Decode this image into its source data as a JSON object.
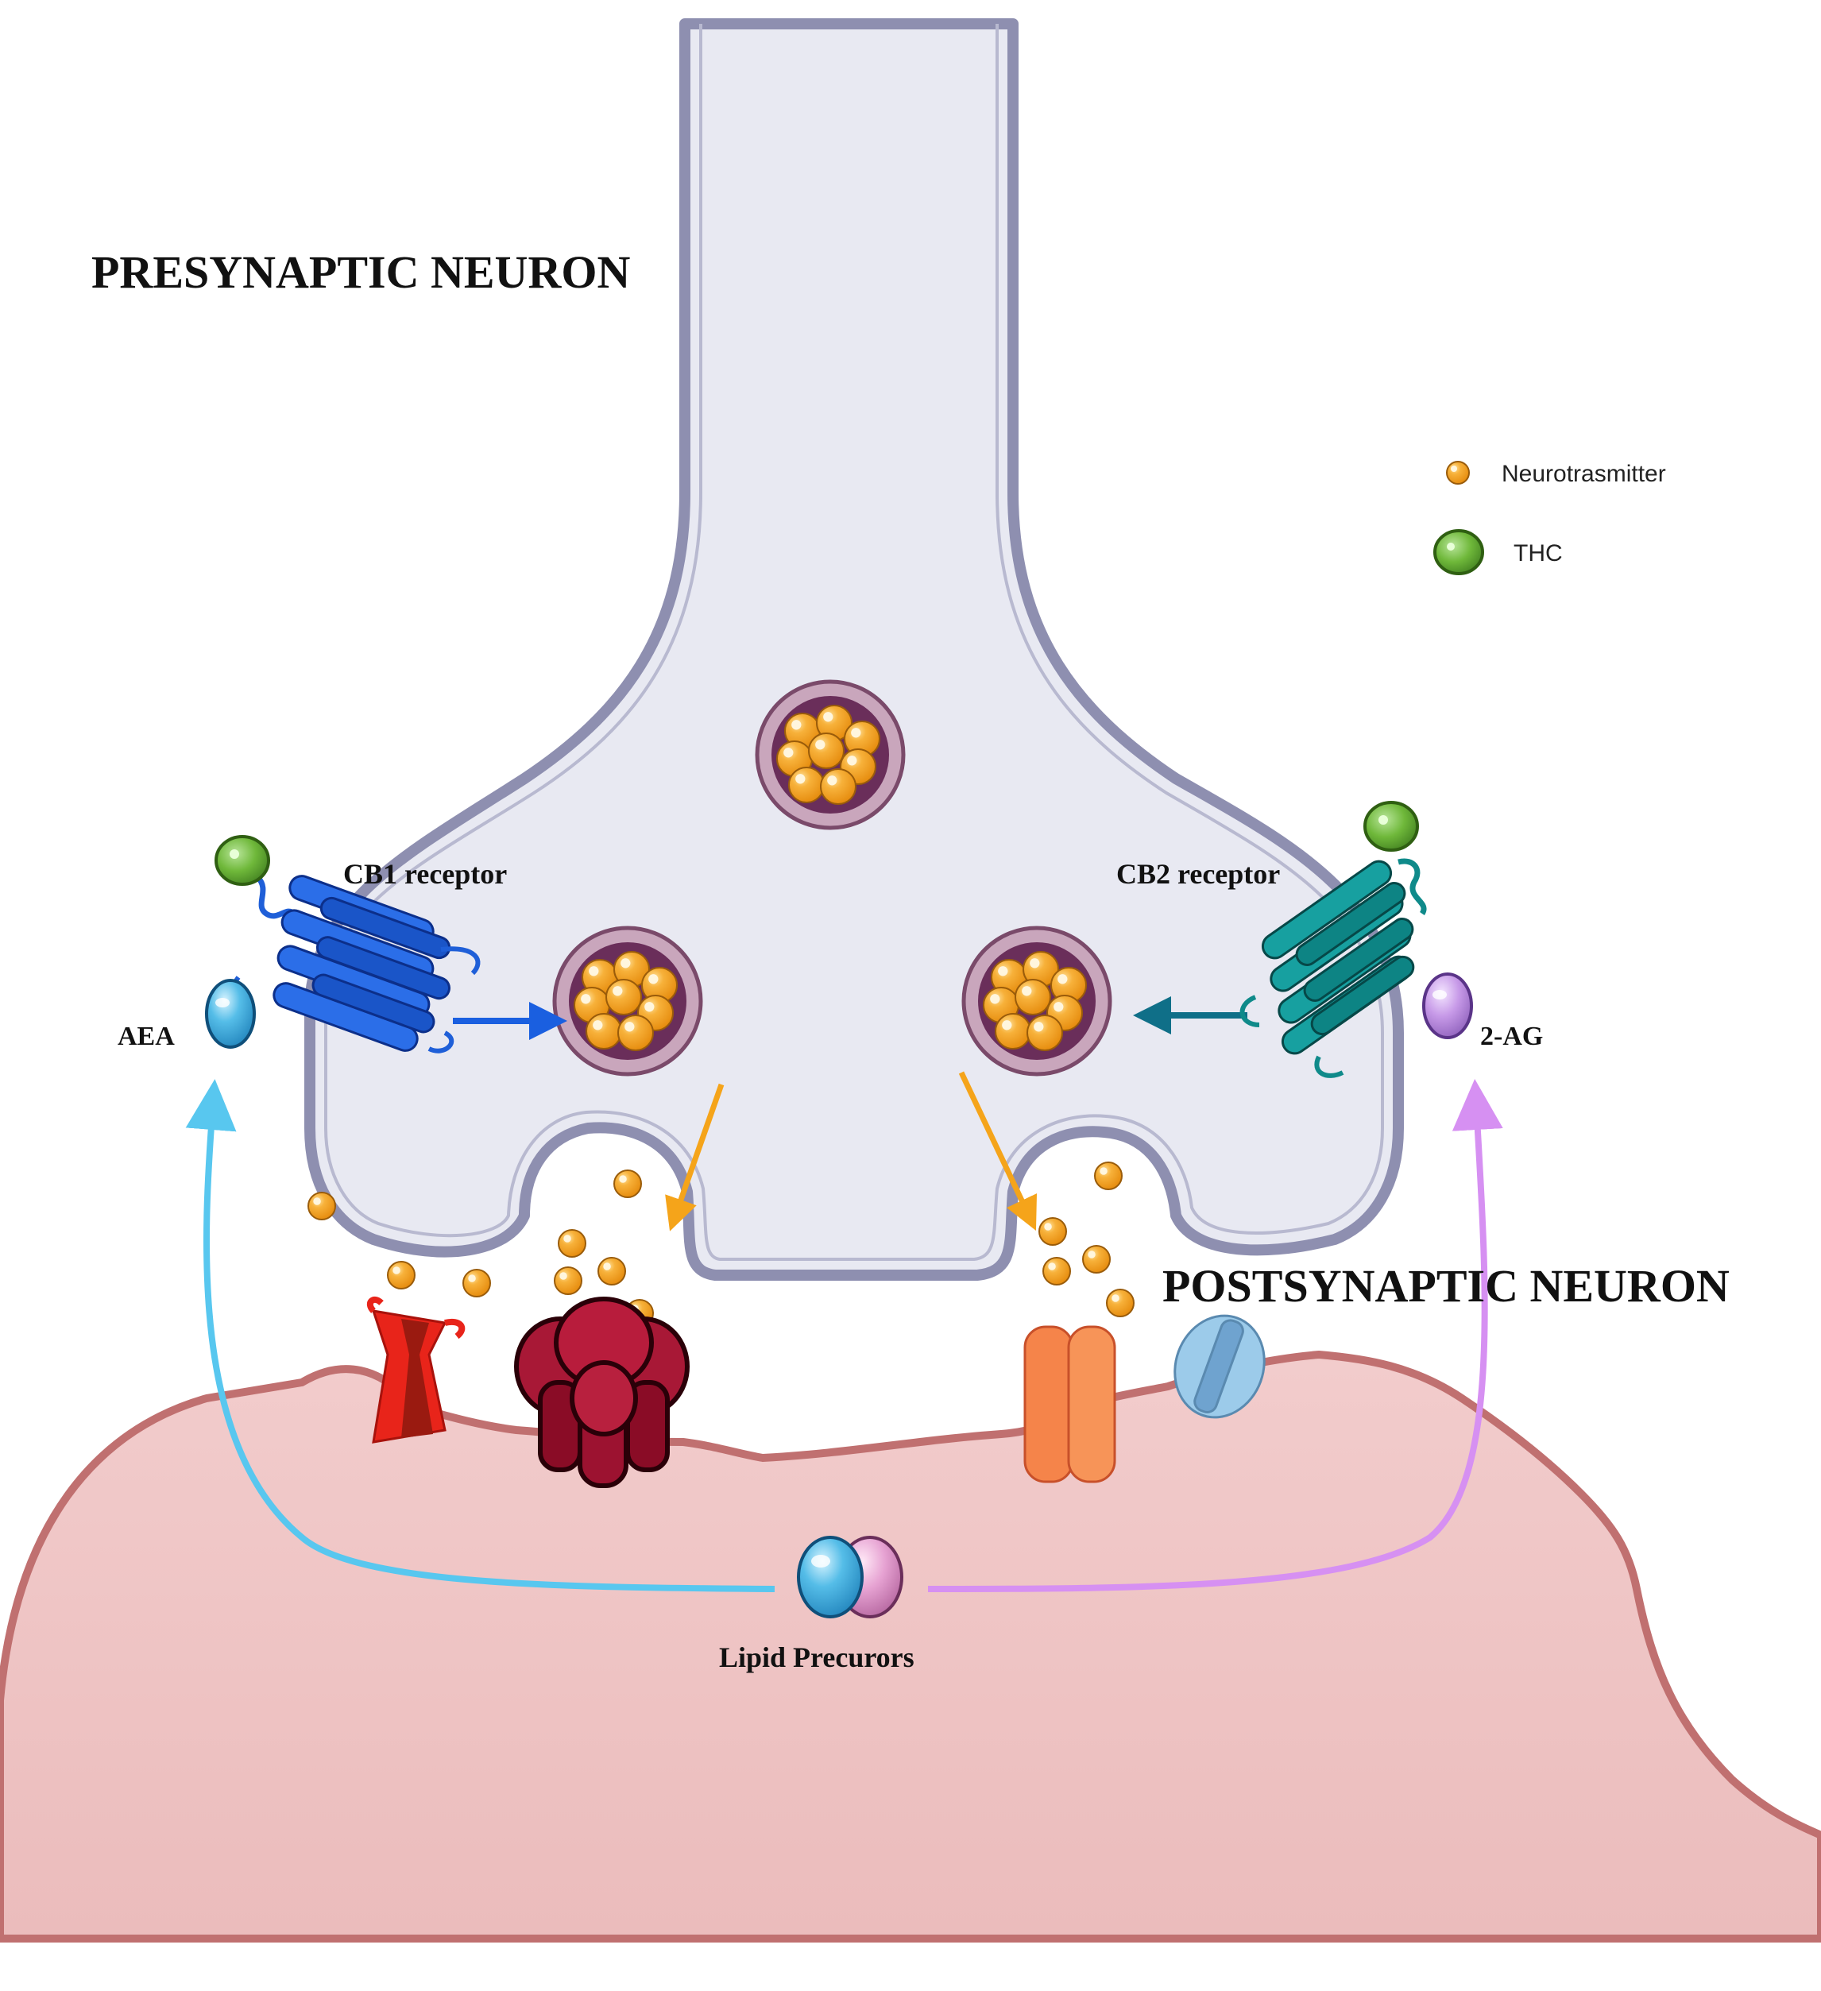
{
  "labels": {
    "presynaptic": "PRESYNAPTIC NEURON",
    "postsynaptic": "POSTSYNAPTIC NEURON",
    "cb1": "CB1 receptor",
    "cb2": "CB2 receptor",
    "aea": "AEA",
    "two_ag": "2-AG",
    "lipid": "Lipid Precurors"
  },
  "legend": [
    {
      "label": "Neurotrasmitter",
      "icon": "neurotransmitter-icon"
    },
    {
      "label": "THC",
      "icon": "thc-icon"
    }
  ],
  "colors": {
    "presynaptic_fill": "#e8e9f2",
    "presynaptic_stroke": "#8e8fb0",
    "postsynaptic_fill": "#efc4c4",
    "postsynaptic_stroke": "#c07070",
    "neurotransmitter": "#f5a41a",
    "thc": "#6fb83a",
    "cb1": "#1f5fd8",
    "cb2": "#0f8a8a",
    "aea": "#3fb0e0",
    "two_ag": "#c79ae8",
    "vesicle": "#6a2e5a",
    "arrow_orange": "#f5a41a",
    "arrow_cyan": "#58c7ef",
    "arrow_violet": "#d690f2"
  }
}
